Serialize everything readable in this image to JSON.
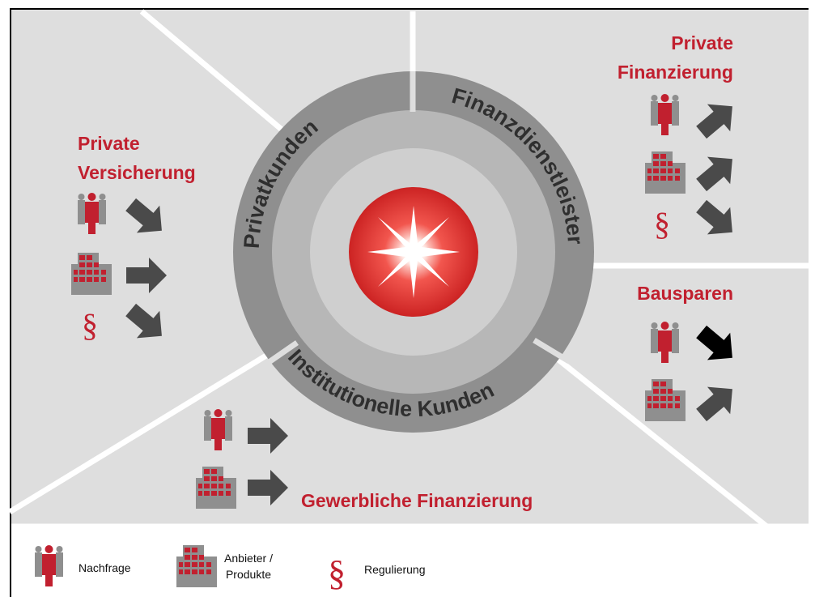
{
  "ring_segments": {
    "top_left": "Privatkunden",
    "right": "Finanzdienstleister",
    "bottom": "Institutionelle Kunden"
  },
  "markets": {
    "private_versicherung": [
      "Private",
      "Versicherung"
    ],
    "private_finanzierung": [
      "Private",
      "Finanzierung"
    ],
    "bausparen": "Bausparen",
    "gewerbliche_finanzierung": "Gewerbliche Finanzierung"
  },
  "symbols": {
    "regulation": "§"
  },
  "legend": {
    "demand": "Nachfrage",
    "supplier": [
      "Anbieter /",
      "Produkte"
    ],
    "regulation": "Regulierung"
  },
  "colors": {
    "accent_red": "#c1202f",
    "background_grey": "#dedede",
    "ring_dark": "#8c8c8c",
    "arrow_grey": "#4a4a4a",
    "arrow_black": "#000000"
  }
}
